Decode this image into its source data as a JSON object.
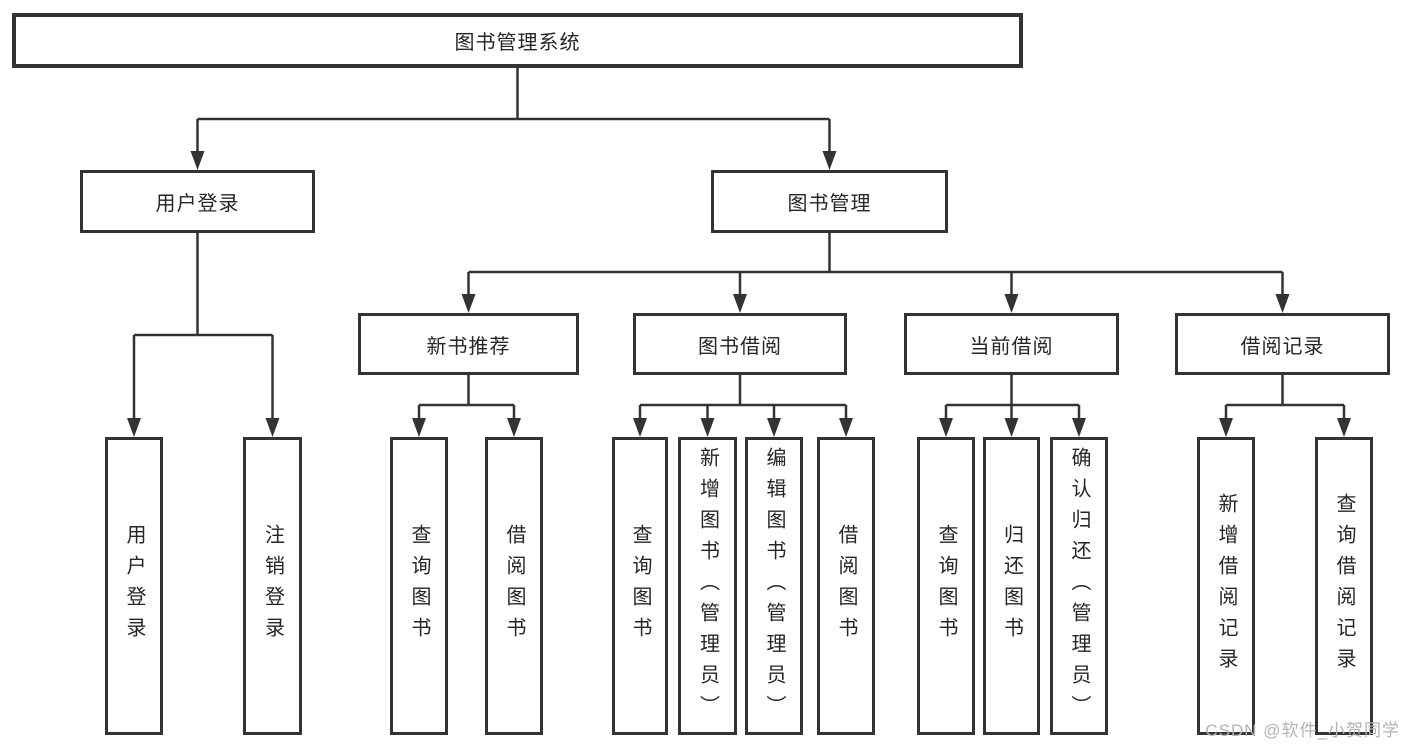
{
  "tree": {
    "root": {
      "label": "图书管理系统",
      "children": [
        {
          "label": "用户登录",
          "children": [
            {
              "label": "用户登录"
            },
            {
              "label": "注销登录"
            }
          ]
        },
        {
          "label": "图书管理",
          "children": [
            {
              "label": "新书推荐",
              "children": [
                {
                  "label": "查询图书"
                },
                {
                  "label": "借阅图书"
                }
              ]
            },
            {
              "label": "图书借阅",
              "children": [
                {
                  "label": "查询图书"
                },
                {
                  "label": "新增图书（管理员）"
                },
                {
                  "label": "编辑图书（管理员）"
                },
                {
                  "label": "借阅图书"
                }
              ]
            },
            {
              "label": "当前借阅",
              "children": [
                {
                  "label": "查询图书"
                },
                {
                  "label": "归还图书"
                },
                {
                  "label": "确认归还（管理员）"
                }
              ]
            },
            {
              "label": "借阅记录",
              "children": [
                {
                  "label": "新增借阅记录"
                },
                {
                  "label": "查询借阅记录"
                }
              ]
            }
          ]
        }
      ]
    }
  },
  "watermark": {
    "text": "CSDN @软件_小贺同学"
  },
  "colors": {
    "line": "#333333",
    "text": "#262626",
    "background": "#ffffff",
    "watermark": "#b3b3b3"
  }
}
